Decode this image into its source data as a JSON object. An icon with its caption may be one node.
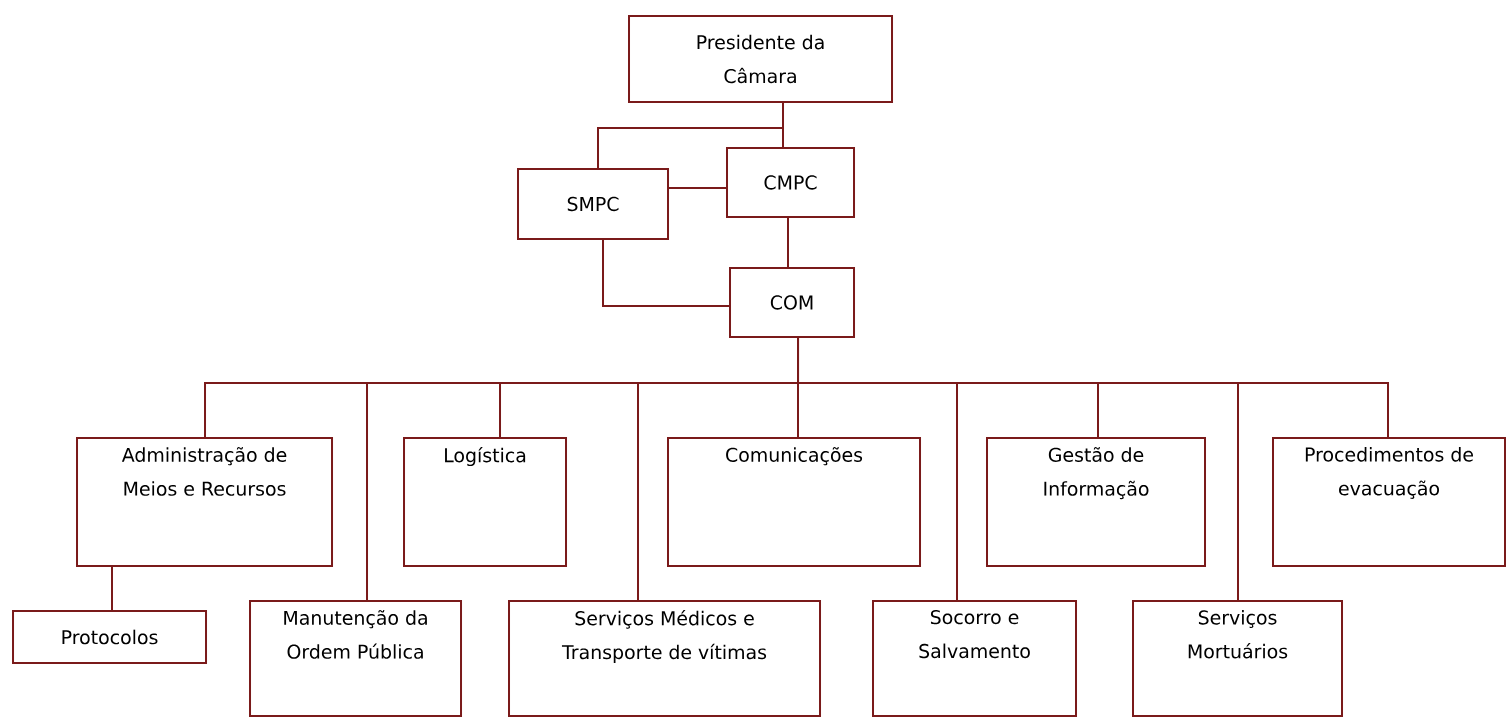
{
  "diagram": {
    "nodes": [
      {
        "text": [
          "Presidente da Câmara"
        ]
      },
      {
        "text": [
          "SMPC"
        ]
      },
      {
        "text": [
          "CMPC"
        ]
      },
      {
        "text": [
          "COM"
        ]
      },
      {
        "text": [
          "Administração de Meios e Recursos"
        ]
      },
      {
        "text": [
          "Logística"
        ]
      },
      {
        "text": [
          "Comunicações"
        ]
      },
      {
        "text": [
          "Gestão de Informação"
        ]
      },
      {
        "text": [
          "Procedimentos de evacuação"
        ]
      },
      {
        "text": [
          "Protocolos"
        ]
      },
      {
        "text": [
          "Manutenção da Ordem Pública"
        ]
      },
      {
        "text": [
          "Serviços Médicos e Transporte de vítimas"
        ]
      },
      {
        "text": [
          "Socorro e Salvamento"
        ]
      },
      {
        "text": [
          "Serviços Mortuários"
        ]
      }
    ],
    "edges": [
      {
        "from": 0,
        "to": 1,
        "arrow": "none"
      },
      {
        "from": 0,
        "to": 2,
        "arrow": "none"
      },
      {
        "from": 1,
        "to": 2,
        "arrow": "none"
      },
      {
        "from": 2,
        "to": 3,
        "arrow": "none"
      },
      {
        "from": 1,
        "to": 3,
        "arrow": "none"
      },
      {
        "from": 3,
        "to": 4,
        "arrow": "none"
      },
      {
        "from": 3,
        "to": 10,
        "arrow": "none"
      },
      {
        "from": 3,
        "to": 5,
        "arrow": "none"
      },
      {
        "from": 3,
        "to": 11,
        "arrow": "none"
      },
      {
        "from": 3,
        "to": 6,
        "arrow": "none"
      },
      {
        "from": 3,
        "to": 12,
        "arrow": "none"
      },
      {
        "from": 3,
        "to": 7,
        "arrow": "none"
      },
      {
        "from": 3,
        "to": 13,
        "arrow": "none"
      },
      {
        "from": 3,
        "to": 8,
        "arrow": "none"
      },
      {
        "from": 4,
        "to": 9,
        "arrow": "none"
      }
    ]
  }
}
